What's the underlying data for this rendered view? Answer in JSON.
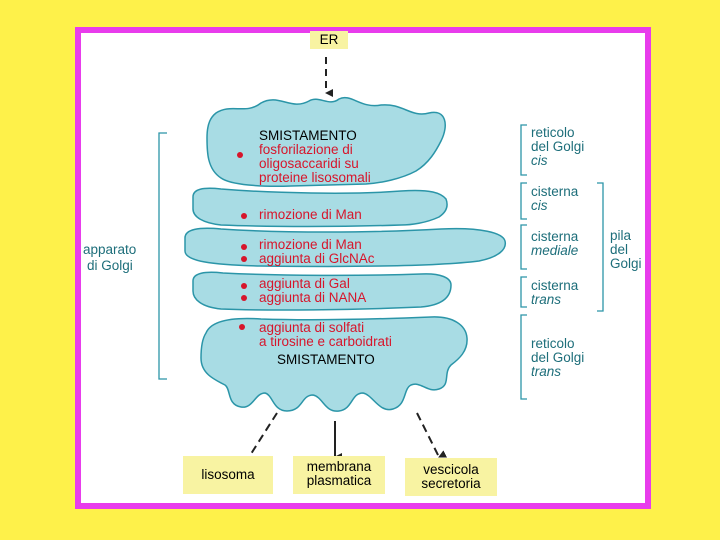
{
  "er": "ER",
  "cisterns": {
    "c1": {
      "heading": "SMISTAMENTO",
      "lines": [
        "fosforilazione di",
        "oligosaccaridi su",
        "proteine lisosomali"
      ]
    },
    "c2": {
      "lines": [
        "rimozione di Man"
      ]
    },
    "c3": {
      "lines": [
        "rimozione di Man",
        "aggiunta di GlcNAc"
      ]
    },
    "c4": {
      "lines": [
        "aggiunta di Gal",
        "aggiunta di NANA"
      ]
    },
    "c5": {
      "lines": [
        "aggiunta di solfati",
        "a tirosine e carboidrati"
      ],
      "heading": "SMISTAMENTO"
    }
  },
  "left_label": [
    "apparato",
    "di Golgi"
  ],
  "right_labels": {
    "cis_network": [
      "reticolo",
      "del Golgi",
      "cis"
    ],
    "cis_cisterna": [
      "cisterna",
      "cis"
    ],
    "medial_cisterna": [
      "cisterna",
      "mediale"
    ],
    "trans_cisterna": [
      "cisterna",
      "trans"
    ],
    "trans_network": [
      "reticolo",
      "del Golgi",
      "trans"
    ]
  },
  "stack_label": [
    "pila",
    "del",
    "Golgi"
  ],
  "destinations": {
    "lysosome": [
      "lisosoma"
    ],
    "membrane": [
      "membrana",
      "plasmatica"
    ],
    "vesicle": [
      "vescicola",
      "secretoria"
    ]
  },
  "colors": {
    "background": "#FEF14A",
    "frame": "#E83CEC",
    "cisterna_fill": "#A8DCE4",
    "cisterna_stroke": "#2B95A8",
    "label_red": "#D7152B",
    "label_teal": "#1D6E7A",
    "box_fill": "#F8F3A2"
  }
}
